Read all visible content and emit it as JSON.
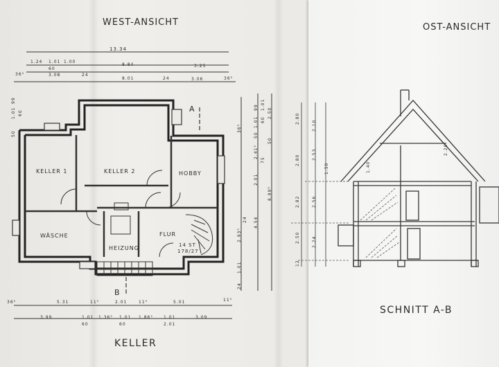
{
  "titles": {
    "west": "WEST-ANSICHT",
    "east": "OST-ANSICHT",
    "floor": "KELLER",
    "section": "SCHNITT A-B"
  },
  "rooms": {
    "keller1": "KELLER 1",
    "keller2": "KELLER 2",
    "hobby": "HOBBY",
    "waesche": "WÄSCHE",
    "heizung": "HEIZUNG",
    "flur": "FLUR",
    "stair": "14 ST",
    "stair_ratio": "178/27"
  },
  "markers": {
    "a": "A",
    "b": "B"
  },
  "dims_top": {
    "overall": "13.34",
    "r2": [
      "1.24",
      "1.01",
      "1.00",
      "8.84",
      "3.25"
    ],
    "r3": [
      "60"
    ],
    "r4": [
      "36⁵",
      "3.08",
      "24",
      "8.01",
      "24",
      "3.06",
      "36⁵"
    ]
  },
  "dims_bottom": {
    "r1": [
      "36⁵",
      "5.31",
      "11⁵",
      "2.01",
      "11⁵",
      "5.01",
      "11⁵"
    ],
    "r2": [
      "3.99",
      "1.01",
      "1.36⁵",
      "1.01",
      "1.86⁵",
      "1.01",
      "3.09"
    ],
    "r3": [
      "60",
      "60",
      "2.01"
    ]
  },
  "dims_right": [
    "36⁵",
    "1.01",
    "99",
    "60",
    "50",
    "2.41⁵",
    "75",
    "2.01",
    "8.99⁵",
    "4.54",
    "2.93⁵",
    "24",
    "1.01",
    "24",
    "50",
    "2.50",
    "1.01"
  ],
  "dims_left": [
    "1.01",
    "99",
    "60",
    "50"
  ],
  "section_dims": [
    "2.80",
    "2.10",
    "2.80",
    "2.53",
    "2.82",
    "2.56",
    "2.50",
    "2.24",
    "12",
    "1.50",
    "1.40",
    "2.20"
  ]
}
